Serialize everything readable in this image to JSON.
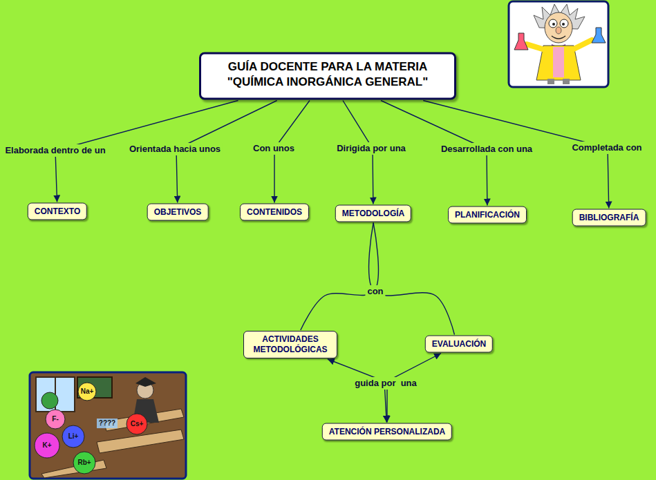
{
  "diagram": {
    "nodes": [
      {
        "text": [
          "GUÍA DOCENTE PARA LA MATERIA \"QUÍMICA INORGÁNICA GENERAL\""
        ]
      },
      {
        "text": [
          "CONTEXTO"
        ]
      },
      {
        "text": [
          "OBJETIVOS"
        ]
      },
      {
        "text": [
          "CONTENIDOS"
        ]
      },
      {
        "text": [
          "METODOLOGÍA"
        ]
      },
      {
        "text": [
          "PLANIFICACIÓN"
        ]
      },
      {
        "text": [
          "BIBLIOGRAFÍA"
        ]
      },
      {
        "text": [
          "ACTIVIDADES METODOLÓGICAS"
        ]
      },
      {
        "text": [
          "EVALUACIÓN"
        ]
      },
      {
        "text": [
          "ATENCIÓN PERSONALIZADA"
        ]
      }
    ],
    "edges": [
      {
        "from": 0,
        "to": 1,
        "label": "Elaborada dentro de un",
        "arrow": "to"
      },
      {
        "from": 0,
        "to": 2,
        "label": "Orientada hacia unos",
        "arrow": "to"
      },
      {
        "from": 0,
        "to": 3,
        "label": "Con unos",
        "arrow": "to"
      },
      {
        "from": 0,
        "to": 4,
        "label": "Dirigida por una",
        "arrow": "to"
      },
      {
        "from": 0,
        "to": 5,
        "label": "Desarrollada con una",
        "arrow": "to"
      },
      {
        "from": 0,
        "to": 6,
        "label": "Completada con",
        "arrow": "to"
      },
      {
        "from": 4,
        "to": 7,
        "label": "con",
        "arrow": "none"
      },
      {
        "from": 4,
        "to": 8,
        "arrow": "none"
      },
      {
        "from": 7,
        "to": 9,
        "label": "guida por  una",
        "arrow": "both"
      },
      {
        "from": 8,
        "to": 9,
        "arrow": "both"
      }
    ],
    "labels": [
      "Na+",
      "F-",
      "K+",
      "Li+",
      "Cs+",
      "Rb+",
      "????"
    ]
  }
}
